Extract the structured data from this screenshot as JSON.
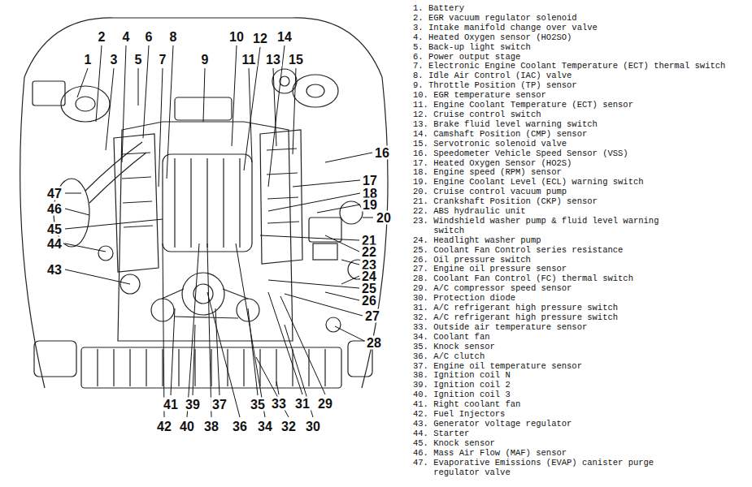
{
  "diagram": {
    "labels": [
      "2",
      "4",
      "6",
      "8",
      "10",
      "12",
      "14",
      "1",
      "3",
      "5",
      "7",
      "9",
      "11",
      "13",
      "15",
      "16",
      "17",
      "18",
      "19",
      "20",
      "21",
      "22",
      "23",
      "24",
      "25",
      "26",
      "27",
      "28",
      "47",
      "46",
      "45",
      "44",
      "43",
      "41",
      "39",
      "37",
      "35",
      "33",
      "31",
      "29",
      "42",
      "40",
      "38",
      "36",
      "34",
      "32",
      "30",
      "1. Battery",
      "2. EGR vacuum regulator solenoid",
      "3. Intake manifold change over valve",
      "4. Heated Oxygen sensor (HO2SO)",
      "5. Back-up light switch",
      "6. Power output stage",
      "7. Electronic Engine Coolant Temperature (ECT) thermal switch",
      "8. Idle Air Control (IAC) valve",
      "9. Throttle Position (TP) sensor",
      "10. EGR temperature sensor",
      "11. Engine Coolant Temperature (ECT) sensor",
      "12. Cruise control switch",
      "13. Brake fluid level warning switch",
      "14. Camshaft Position (CMP) sensor",
      "15. Servotronic solenoid valve",
      "16. Speedometer Vehicle Speed Sensor (VSS)",
      "17. Heated Oxygen Sensor (HO2S)",
      "18. Engine speed (RPM) sensor",
      "19. Engine Coolant Level (ECL) warning switch",
      "20. Cruise control vacuum pump",
      "21. Crankshaft Position (CKP) sensor",
      "22. ABS hydraulic unit",
      "23. Windshield washer pump & fluid level warning switch",
      "24. Headlight washer pump",
      "25. Coolant Fan Control series resistance",
      "26. Oil pressure switch",
      "27. Engine oil pressure sensor",
      "28. Coolant Fan Control (FC) thermal switch",
      "29. A/C compressor speed sensor",
      "30. Protection diode",
      "31. A/C refrigerant high pressure switch",
      "32. A/C refrigerant high pressure switch",
      "33. Outside air temperature sensor",
      "34. Coolant fan",
      "35. Knock sensor",
      "36. A/C clutch",
      "37. Engine oil temperature sensor",
      "38. Ignition coil N",
      "39. Ignition coil 2",
      "40. Ignition coil 3",
      "41. Right coolant fan",
      "42. Fuel Injectors",
      "43. Generator voltage regulator",
      "44. Starter",
      "45. Knock sensor",
      "46. Mass Air Flow (MAF) sensor",
      "47. Evaporative Emissions (EVAP) canister purge regulator valve"
    ]
  }
}
